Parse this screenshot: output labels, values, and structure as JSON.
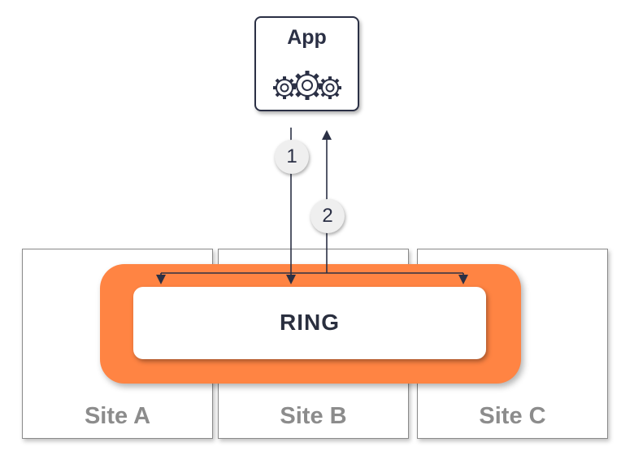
{
  "app": {
    "label": "App",
    "icon": "gears-icon"
  },
  "ring": {
    "label": "RING",
    "color": "#ff8443"
  },
  "sites": [
    {
      "label": "Site A"
    },
    {
      "label": "Site B"
    },
    {
      "label": "Site C"
    }
  ],
  "steps": [
    {
      "number": "1",
      "direction": "app-to-ring"
    },
    {
      "number": "2",
      "direction": "ring-to-app"
    }
  ],
  "colors": {
    "navy": "#2b3045",
    "site_label": "#8c8c8c",
    "ring_orange": "#ff8443"
  }
}
